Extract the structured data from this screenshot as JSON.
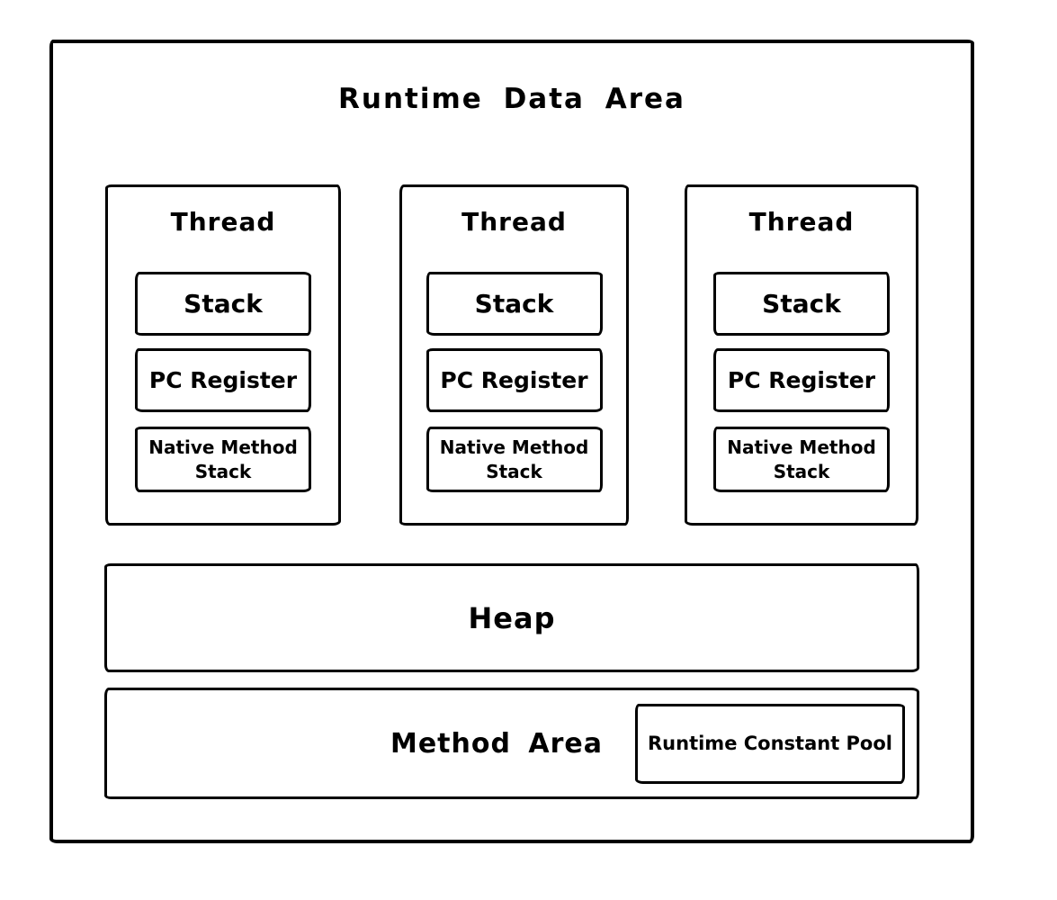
{
  "diagram": {
    "title": "Runtime Data Area",
    "threads": [
      {
        "label": "Thread",
        "boxes": [
          "Stack",
          "PC Register",
          "Native Method Stack"
        ]
      },
      {
        "label": "Thread",
        "boxes": [
          "Stack",
          "PC Register",
          "Native Method Stack"
        ]
      },
      {
        "label": "Thread",
        "boxes": [
          "Stack",
          "PC Register",
          "Native Method Stack"
        ]
      }
    ],
    "heap_label": "Heap",
    "method_area_label": "Method Area",
    "runtime_constant_pool_label": "Runtime Constant Pool",
    "colors": {
      "stroke": "#000000",
      "background": "#ffffff"
    }
  }
}
